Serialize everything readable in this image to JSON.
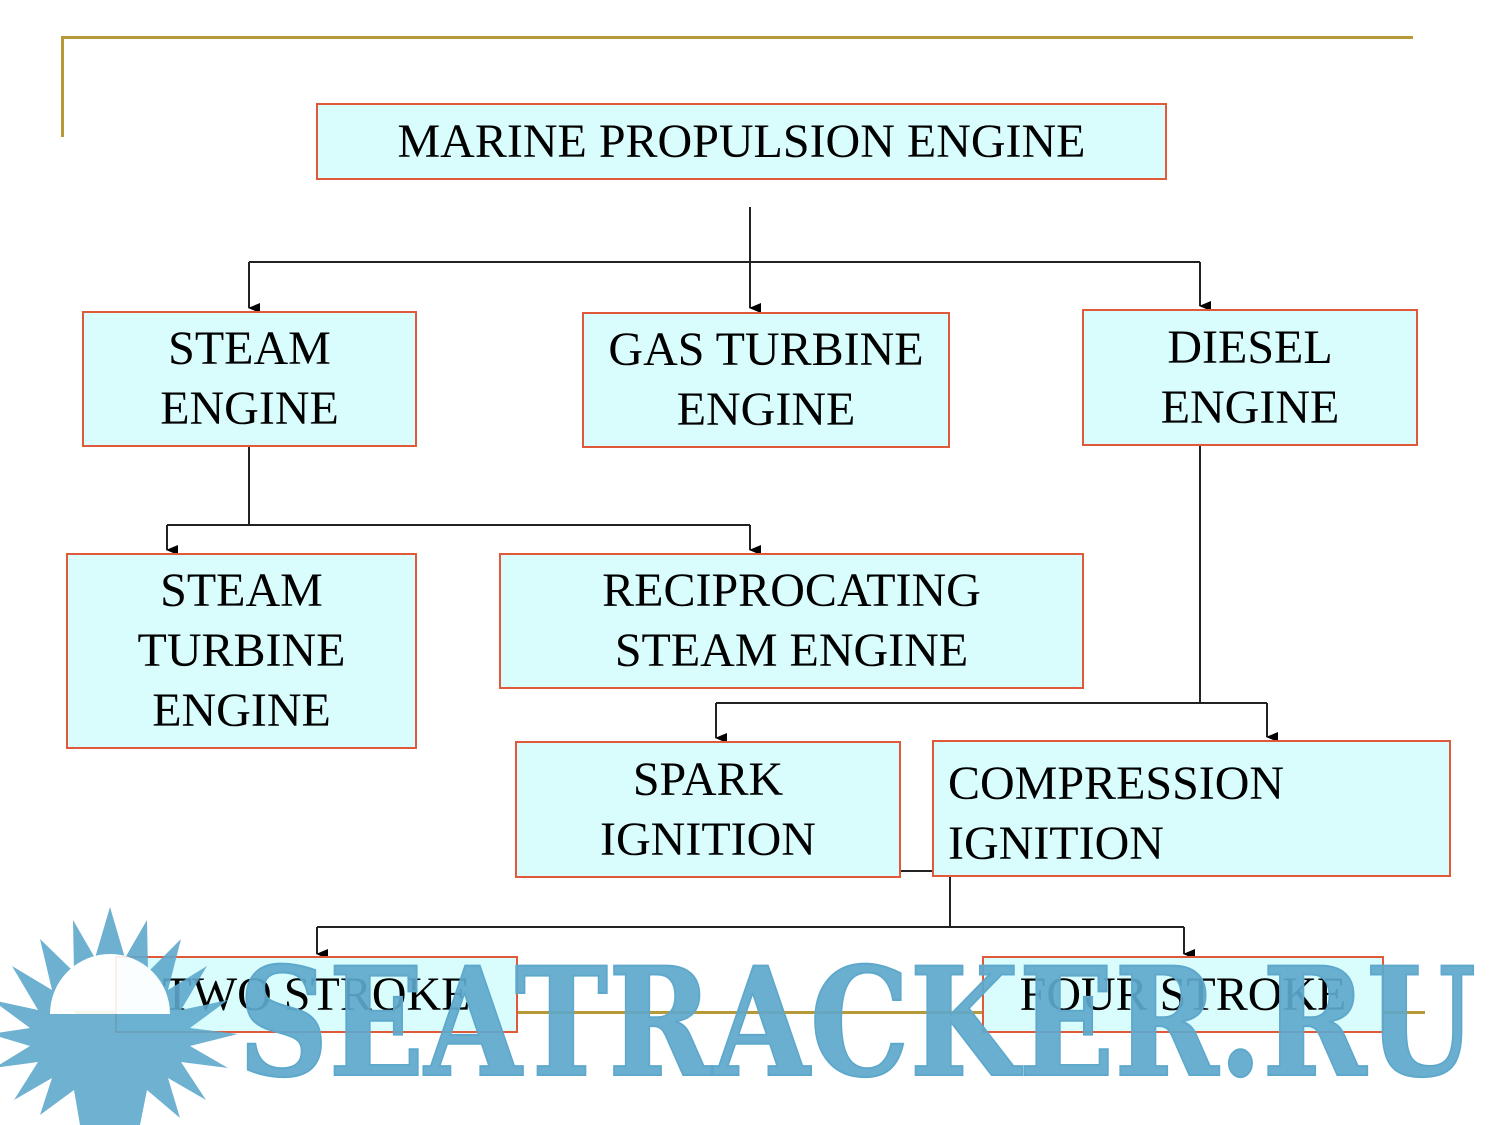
{
  "diagram": {
    "root": {
      "lines": [
        "MARINE PROPULSION ENGINE"
      ]
    },
    "level1": [
      {
        "id": "steam",
        "lines": [
          "STEAM",
          "ENGINE"
        ]
      },
      {
        "id": "gas",
        "lines": [
          "GAS TURBINE",
          "ENGINE"
        ]
      },
      {
        "id": "diesel",
        "lines": [
          "DIESEL",
          "ENGINE"
        ]
      }
    ],
    "steam_children": [
      {
        "id": "steam-turbine",
        "lines": [
          "STEAM",
          "TURBINE",
          "ENGINE"
        ]
      },
      {
        "id": "reciprocating",
        "lines": [
          "RECIPROCATING",
          "STEAM ENGINE"
        ]
      }
    ],
    "diesel_children": [
      {
        "id": "spark",
        "lines": [
          "SPARK",
          "IGNITION"
        ]
      },
      {
        "id": "compression",
        "lines": [
          "COMPRESSION",
          "IGNITION"
        ]
      }
    ],
    "stroke_children": [
      {
        "id": "two-stroke",
        "lines": [
          "TWO STROKE"
        ]
      },
      {
        "id": "four-stroke",
        "lines": [
          "FOUR STROKE"
        ]
      }
    ],
    "colors": {
      "box_fill": "#d9fcfd",
      "box_border": "#e0593a",
      "accent_line": "#b8993a",
      "connector": "#000000"
    }
  },
  "watermark": {
    "text": "SEATRACKER.RU",
    "color": "#5ea8cc",
    "icon": "sun-icon"
  }
}
